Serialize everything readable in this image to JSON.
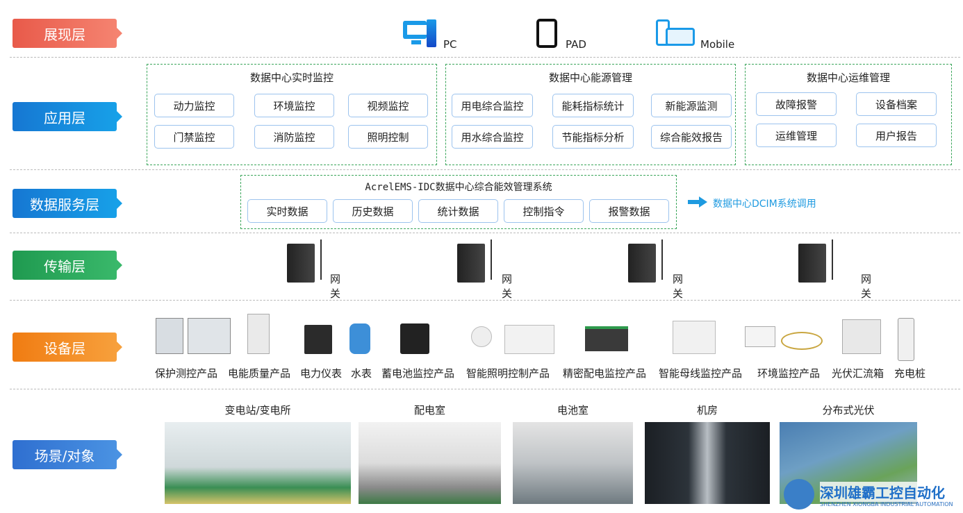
{
  "layers": [
    "展现层",
    "应用层",
    "数据服务层",
    "传输层",
    "设备层",
    "场景/对象"
  ],
  "colors": {
    "presentation": "#ee6a56",
    "application": "#1a86dc",
    "data": "#1e8ae0",
    "transport": "#2aa55c",
    "device": "#f28a1c",
    "scene": "#3b80d8",
    "group_border": "#3aa55a",
    "button_border": "#9cc3ee",
    "link": "#1e9ae0"
  },
  "presentation": {
    "pc": "PC",
    "pad": "PAD",
    "mobile": "Mobile"
  },
  "application": {
    "groups": [
      {
        "title": "数据中心实时监控",
        "items": [
          "动力监控",
          "环境监控",
          "视频监控",
          "门禁监控",
          "消防监控",
          "照明控制"
        ]
      },
      {
        "title": "数据中心能源管理",
        "items": [
          "用电综合监控",
          "能耗指标统计",
          "新能源监测",
          "用水综合监控",
          "节能指标分析",
          "综合能效报告"
        ]
      },
      {
        "title": "数据中心运维管理",
        "items": [
          "故障报警",
          "设备档案",
          "运维管理",
          "用户报告"
        ]
      }
    ]
  },
  "data_service": {
    "title": "AcrelEMS-IDC数据中心综合能效管理系统",
    "items": [
      "实时数据",
      "历史数据",
      "统计数据",
      "控制指令",
      "报警数据"
    ],
    "link": "数据中心DCIM系统调用"
  },
  "transport": {
    "gateway": "网关"
  },
  "devices": [
    "保护测控产品",
    "电能质量产品",
    "电力仪表",
    "水表",
    "蓄电池监控产品",
    "智能照明控制产品",
    "精密配电监控产品",
    "智能母线监控产品",
    "环境监控产品",
    "光伏汇流箱",
    "充电桩"
  ],
  "scenes": [
    "变电站/变电所",
    "配电室",
    "电池室",
    "机房",
    "分布式光伏"
  ],
  "watermark": {
    "cn": "深圳雄霸工控自动化",
    "en": "SHENZHEN XIONGBA INDUSTRIAL AUTOMATION"
  }
}
